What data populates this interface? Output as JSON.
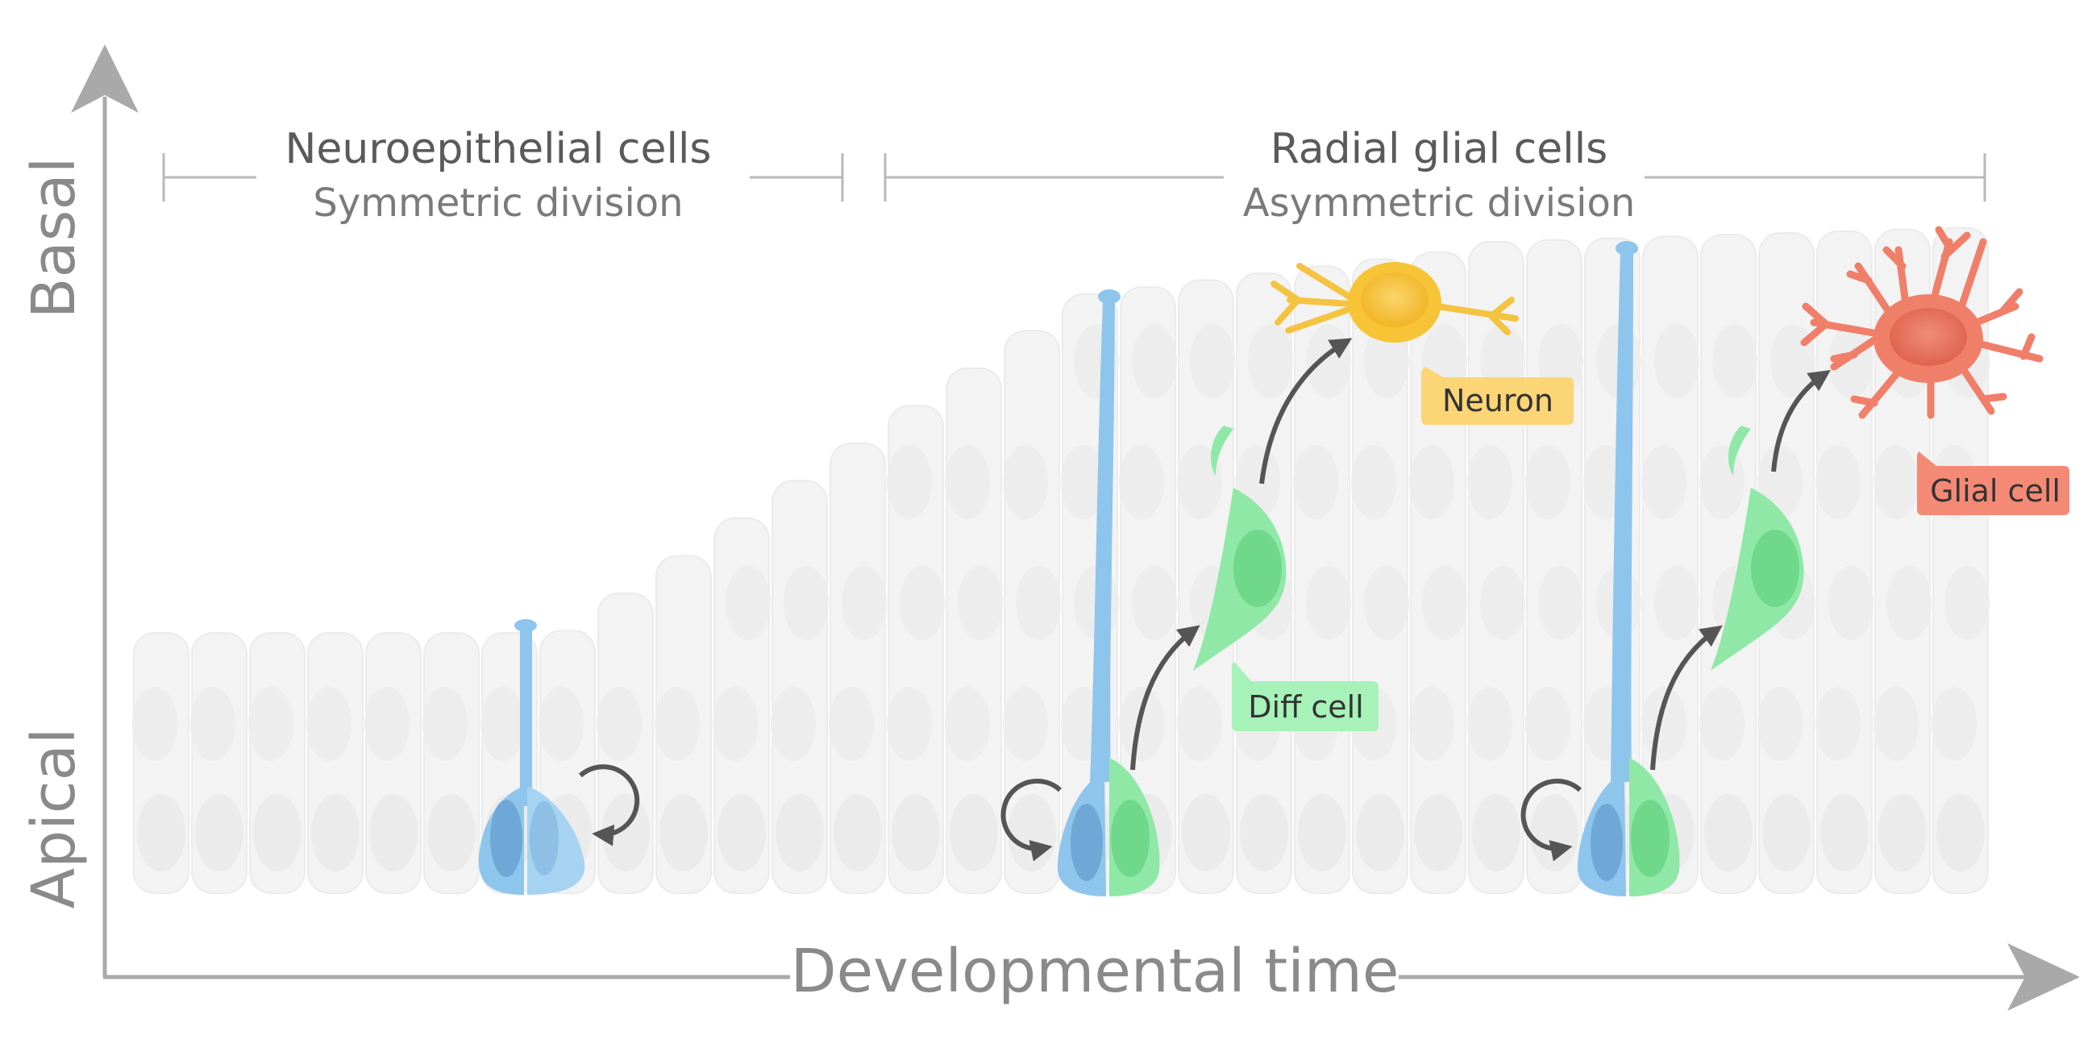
{
  "axes": {
    "x_label": "Developmental time",
    "y_label_top": "Basal",
    "y_label_bottom": "Apical"
  },
  "sections": [
    {
      "title": "Neuroepithelial cells",
      "subtitle": "Symmetric division"
    },
    {
      "title": "Radial glial cells",
      "subtitle": "Asymmetric division"
    }
  ],
  "labels": {
    "neuron": "Neuron",
    "diff_cell": "Diff cell",
    "glial_cell": "Glial cell"
  },
  "colors": {
    "axis": "#a9a9a9",
    "tissue": "#f2f2f2",
    "progenitor": "#8ec5ec",
    "diff_cell": "#8fe8a6",
    "neuron": "#f7c437",
    "glia": "#f07f6a",
    "arrow": "#555555"
  },
  "icons": [
    "rotation-arrow-icon",
    "migration-arrow-icon"
  ]
}
